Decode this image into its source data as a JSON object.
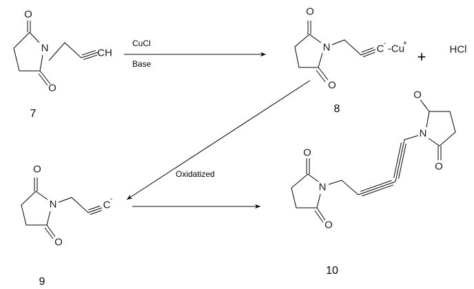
{
  "atoms": {
    "O": "O",
    "N": "N",
    "CH": "CH",
    "C": "C",
    "Cu": "-Cu",
    "minus": "-",
    "plus_charge": "+"
  },
  "compounds": {
    "c7": {
      "number": "7"
    },
    "c8": {
      "number": "8"
    },
    "c9": {
      "number": "9"
    },
    "c10": {
      "number": "10"
    }
  },
  "reaction1": {
    "reagent_above": "CuCl",
    "reagent_below": "Base"
  },
  "reaction2": {
    "condition": "Oxidatized"
  },
  "byproduct": {
    "plus": "+",
    "formula": "HCl"
  }
}
